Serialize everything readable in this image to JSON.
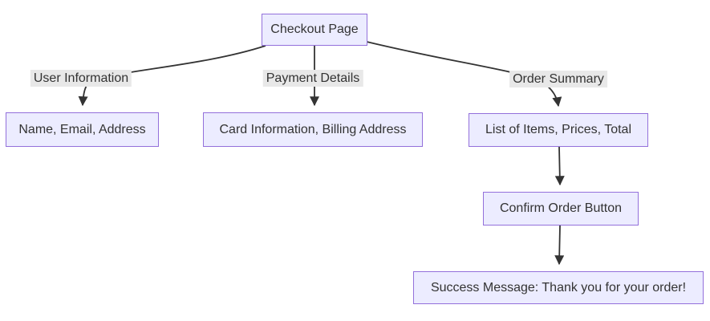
{
  "diagram": {
    "type": "flowchart-top-down",
    "colors": {
      "node_fill": "#ECECFF",
      "node_border": "#9370DB",
      "edge_color": "#333333",
      "edge_label_bg": "#e8e8e8",
      "text_color": "#333333",
      "background": "#ffffff"
    },
    "nodes": {
      "checkout": {
        "label": "Checkout Page"
      },
      "user_fields": {
        "label": "Name, Email, Address"
      },
      "card_fields": {
        "label": "Card Information, Billing Address"
      },
      "list_fields": {
        "label": "List of Items, Prices, Total"
      },
      "confirm": {
        "label": "Confirm Order Button"
      },
      "success": {
        "label": "Success Message: Thank you for your order!"
      }
    },
    "edge_labels": {
      "user_information": "User Information",
      "payment_details": "Payment Details",
      "order_summary": "Order Summary"
    },
    "edges": [
      {
        "from": "checkout",
        "to": "user_fields",
        "label": "User Information"
      },
      {
        "from": "checkout",
        "to": "card_fields",
        "label": "Payment Details"
      },
      {
        "from": "checkout",
        "to": "list_fields",
        "label": "Order Summary"
      },
      {
        "from": "list_fields",
        "to": "confirm",
        "label": ""
      },
      {
        "from": "confirm",
        "to": "success",
        "label": ""
      }
    ]
  }
}
